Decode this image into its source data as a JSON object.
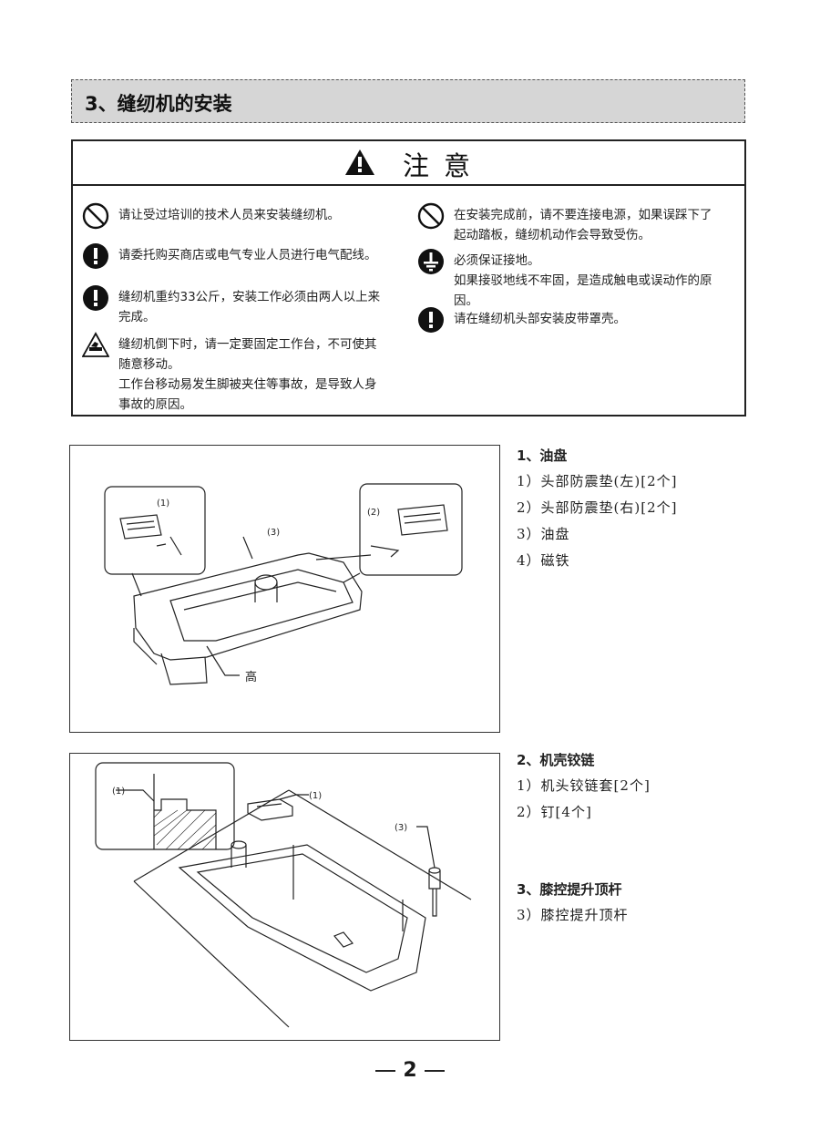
{
  "section": {
    "title": "3、缝纫机的安装"
  },
  "caution": {
    "title": "注意",
    "left_items": [
      {
        "icon": "prohibition-icon",
        "lines": [
          "请让受过培训的技术人员来安装缝纫机。"
        ]
      },
      {
        "icon": "mandatory-icon",
        "lines": [
          "请委托购买商店或电气专业人员进行电气配线。"
        ]
      },
      {
        "icon": "mandatory-icon",
        "lines": [
          "缝纫机重约33公斤，安装工作必须由两人以上来",
          "完成。"
        ]
      },
      {
        "icon": "foot-pinch-warning-icon",
        "lines": [
          "缝纫机倒下时，请一定要固定工作台，不可使其",
          "随意移动。",
          "工作台移动易发生脚被夹住等事故，是导致人身",
          "事故的原因。"
        ]
      }
    ],
    "right_items": [
      {
        "icon": "prohibition-icon",
        "lines": [
          "在安装完成前，请不要连接电源，如果误踩下了",
          "起动踏板，缝纫机动作会导致受伤。"
        ]
      },
      {
        "icon": "ground-icon",
        "lines": [
          "必须保证接地。",
          "如果接驳地线不牢固，是造成触电或误动作的原",
          "因。"
        ]
      },
      {
        "icon": "mandatory-icon",
        "lines": [
          "请在缝纫机头部安装皮带罩壳。"
        ]
      }
    ]
  },
  "figure1": {
    "labels": [
      "(1)",
      "(2)",
      "(3)",
      "高"
    ]
  },
  "figure2": {
    "labels": [
      "(1)",
      "(1)",
      "(3)"
    ]
  },
  "parts": [
    {
      "heading": "1、油盘",
      "items": [
        "1）头部防震垫(左)[2个]",
        "2）头部防震垫(右)[2个]",
        "3）油盘",
        "4）磁铁"
      ]
    },
    {
      "heading": "2、机壳铰链",
      "items": [
        "1）机头铰链套[2个]",
        "2）钉[4个]"
      ]
    },
    {
      "heading": "3、膝控提升顶杆",
      "items": [
        "3）膝控提升顶杆"
      ]
    }
  ],
  "page": {
    "number": "2"
  }
}
